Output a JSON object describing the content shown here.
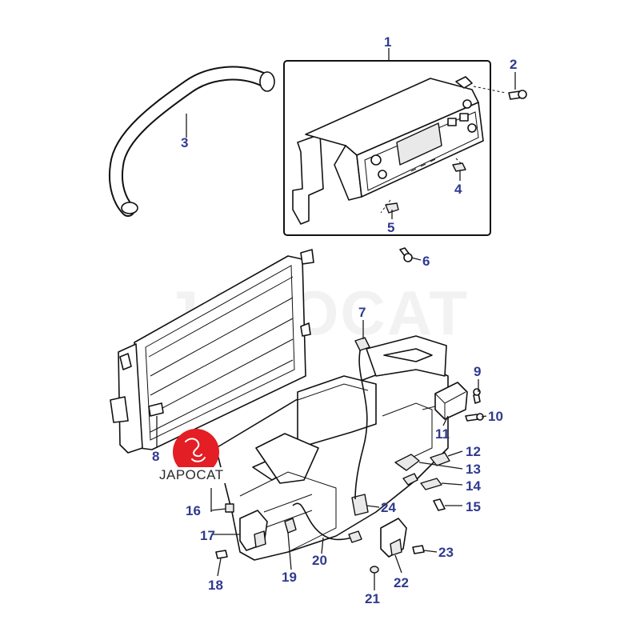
{
  "watermark": "JAPOCAT",
  "logo": {
    "text": "JAPOCAT",
    "color": "#e31e24"
  },
  "callout_color": "#2f3a8f",
  "callouts": [
    "1",
    "2",
    "3",
    "4",
    "5",
    "6",
    "7",
    "8",
    "9",
    "10",
    "11",
    "12",
    "13",
    "14",
    "15",
    "16",
    "17",
    "18",
    "19",
    "20",
    "21",
    "22",
    "23",
    "24"
  ]
}
